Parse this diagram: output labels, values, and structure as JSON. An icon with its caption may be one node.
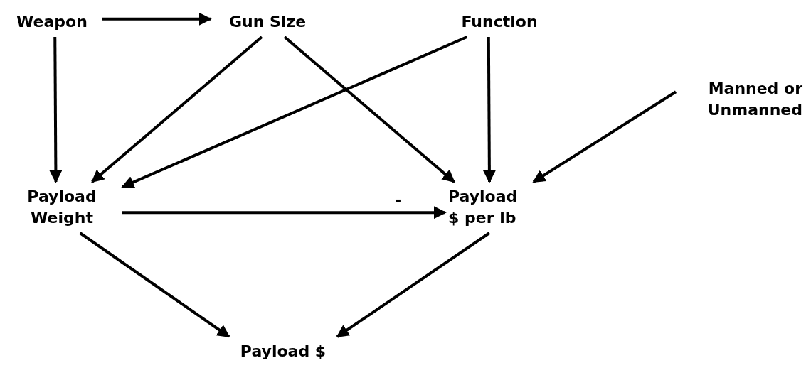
{
  "diagram": {
    "nodes": [
      {
        "text": [
          "Weapon"
        ]
      },
      {
        "text": [
          "Gun Size"
        ]
      },
      {
        "text": [
          "Function"
        ]
      },
      {
        "text": [
          "Manned or Unmanned"
        ]
      },
      {
        "text": [
          "Payload Weight"
        ]
      },
      {
        "text": [
          "Payload $ per lb"
        ]
      },
      {
        "text": [
          "Payload $"
        ]
      }
    ],
    "edges": [
      {
        "from": 0,
        "to": 1,
        "arrow": "to"
      },
      {
        "from": 0,
        "to": 4,
        "arrow": "to"
      },
      {
        "from": 1,
        "to": 4,
        "arrow": "to"
      },
      {
        "from": 1,
        "to": 5,
        "arrow": "to"
      },
      {
        "from": 2,
        "to": 4,
        "arrow": "to"
      },
      {
        "from": 2,
        "to": 5,
        "arrow": "to"
      },
      {
        "from": 3,
        "to": 5,
        "arrow": "to"
      },
      {
        "from": 4,
        "to": 5,
        "arrow": "to",
        "label": "-"
      },
      {
        "from": 4,
        "to": 6,
        "arrow": "to"
      },
      {
        "from": 5,
        "to": 6,
        "arrow": "to"
      }
    ]
  }
}
